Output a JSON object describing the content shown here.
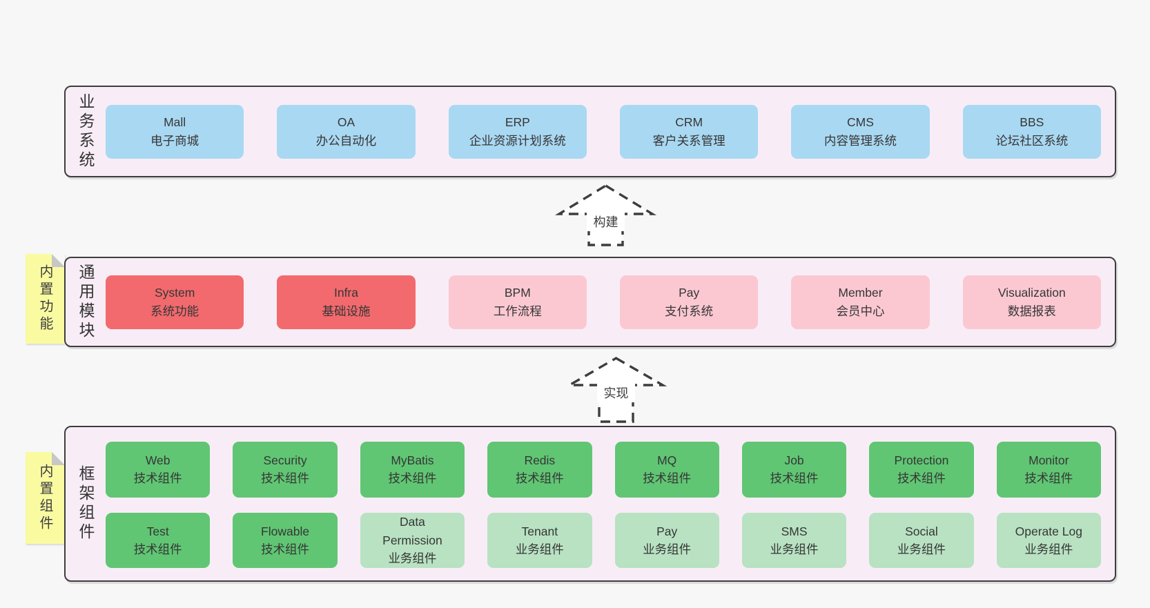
{
  "palette": {
    "page_background": "#f7f7f7",
    "panel_background": "#f8edf6",
    "panel_border": "#3d3d3d",
    "business_box": "#a9d8f2",
    "core_module_box": "#f26a6d",
    "optional_module_box": "#fbc8d2",
    "tech_component_box": "#60c673",
    "biz_component_box": "#b8e2c2",
    "sticky_note": "#fafba1",
    "sticky_fold": "#c7c7c7",
    "text": "#363636"
  },
  "arrows": {
    "build": "构建",
    "implement": "实现"
  },
  "sections": {
    "business": {
      "label": "业务系统",
      "boxes": [
        {
          "name": "Mall",
          "desc": "电子商城",
          "variant": "blue"
        },
        {
          "name": "OA",
          "desc": "办公自动化",
          "variant": "blue"
        },
        {
          "name": "ERP",
          "desc": "企业资源计划系统",
          "variant": "blue"
        },
        {
          "name": "CRM",
          "desc": "客户关系管理",
          "variant": "blue"
        },
        {
          "name": "CMS",
          "desc": "内容管理系统",
          "variant": "blue"
        },
        {
          "name": "BBS",
          "desc": "论坛社区系统",
          "variant": "blue"
        }
      ]
    },
    "modules": {
      "label": "通用模块",
      "sticky": "内置功能",
      "boxes": [
        {
          "name": "System",
          "desc": "系统功能",
          "variant": "red"
        },
        {
          "name": "Infra",
          "desc": "基础设施",
          "variant": "red"
        },
        {
          "name": "BPM",
          "desc": "工作流程",
          "variant": "pink"
        },
        {
          "name": "Pay",
          "desc": "支付系统",
          "variant": "pink"
        },
        {
          "name": "Member",
          "desc": "会员中心",
          "variant": "pink"
        },
        {
          "name": "Visualization",
          "desc": "数据报表",
          "variant": "pink"
        }
      ]
    },
    "framework": {
      "label": "框架组件",
      "sticky": "内置组件",
      "rows": [
        [
          {
            "name": "Web",
            "desc": "技术组件",
            "variant": "green"
          },
          {
            "name": "Security",
            "desc": "技术组件",
            "variant": "green"
          },
          {
            "name": "MyBatis",
            "desc": "技术组件",
            "variant": "green"
          },
          {
            "name": "Redis",
            "desc": "技术组件",
            "variant": "green"
          },
          {
            "name": "MQ",
            "desc": "技术组件",
            "variant": "green"
          },
          {
            "name": "Job",
            "desc": "技术组件",
            "variant": "green"
          },
          {
            "name": "Protection",
            "desc": "技术组件",
            "variant": "green"
          },
          {
            "name": "Monitor",
            "desc": "技术组件",
            "variant": "green"
          }
        ],
        [
          {
            "name": "Test",
            "desc": "技术组件",
            "variant": "green"
          },
          {
            "name": "Flowable",
            "desc": "技术组件",
            "variant": "green"
          },
          {
            "name": "Data Permission",
            "desc": "业务组件",
            "variant": "lightgreen"
          },
          {
            "name": "Tenant",
            "desc": "业务组件",
            "variant": "lightgreen"
          },
          {
            "name": "Pay",
            "desc": "业务组件",
            "variant": "lightgreen"
          },
          {
            "name": "SMS",
            "desc": "业务组件",
            "variant": "lightgreen"
          },
          {
            "name": "Social",
            "desc": "业务组件",
            "variant": "lightgreen"
          },
          {
            "name": "Operate Log",
            "desc": "业务组件",
            "variant": "lightgreen"
          }
        ]
      ]
    }
  }
}
